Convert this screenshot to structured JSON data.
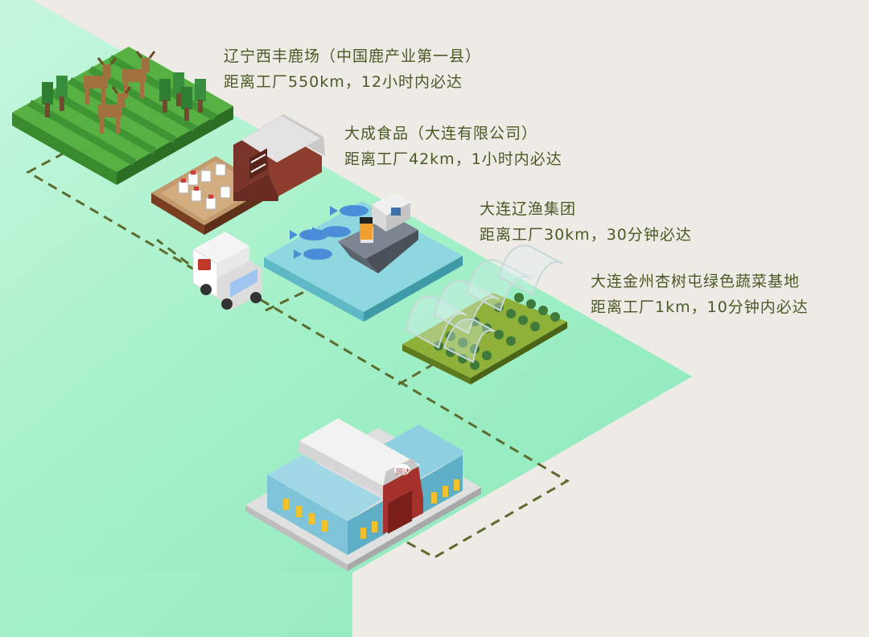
{
  "sources": [
    {
      "name": "辽宁西丰鹿场（中国鹿产业第一县）",
      "distance": "距离工厂550km，12小时内必达"
    },
    {
      "name": "大成食品（大连有限公司）",
      "distance": "距离工厂42km，1小时内必达"
    },
    {
      "name": "大连辽渔集团",
      "distance": "距离工厂30km，30分钟必达"
    },
    {
      "name": "大连金州杏树屯绿色蔬菜基地",
      "distance": "距离工厂1km，10分钟内必达"
    }
  ],
  "brand_mark": "同达",
  "colors": {
    "background": "#eeebe6",
    "ground": "#9cf0c4",
    "text": "#4a5a26",
    "path": "#5c6b2e"
  }
}
